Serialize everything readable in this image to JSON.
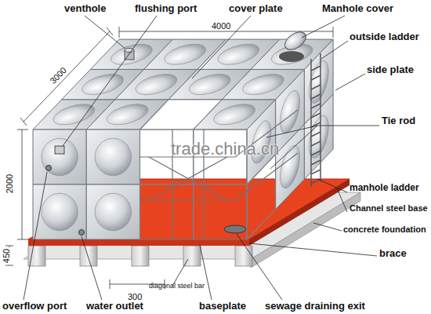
{
  "diagram": {
    "labels": [
      "venthole",
      "flushing port",
      "cover plate",
      "Manhole cover",
      "4000",
      "3000",
      "outside ladder",
      "side plate",
      "Tie rod",
      "2000",
      "manhole ladder",
      "Channel steel base",
      "concrete foundation",
      "brace",
      "450",
      "300",
      "diagonal steel bar",
      "overflow port",
      "water outlet",
      "baseplate",
      "sewage draining exit",
      "trade.china.cn"
    ]
  }
}
